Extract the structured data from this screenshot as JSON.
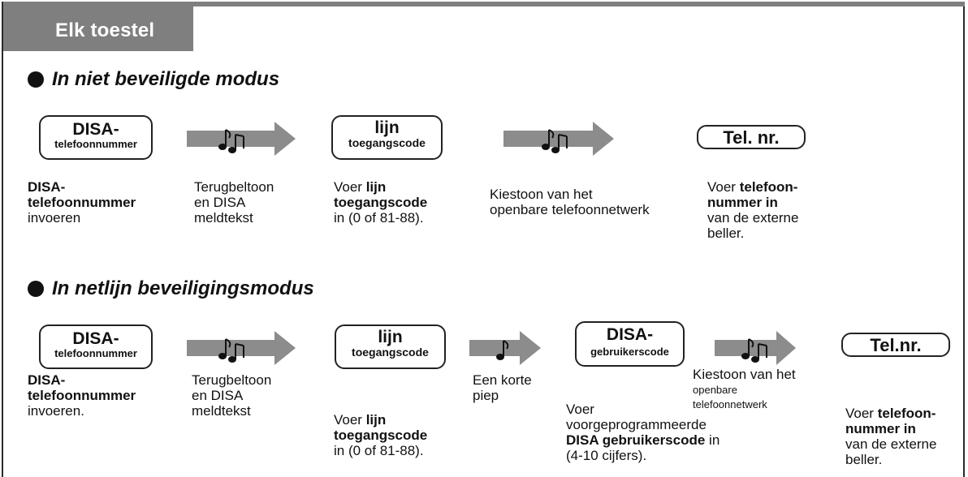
{
  "tab": {
    "label": "Elk toestel"
  },
  "colors": {
    "tab_bg": "#7f7f7f",
    "arrow_fill": "#8c8c8c",
    "text": "#111111"
  },
  "icons": [
    "music-note-icon",
    "arrow-icon"
  ],
  "section1": {
    "title": "In niet beveiligde modus",
    "box1": {
      "line1": "DISA-",
      "line2": "telefoonnummer"
    },
    "box2": {
      "line1": "lijn",
      "line2": "toegangscode"
    },
    "box3": {
      "line1": "Tel. nr."
    },
    "desc1": {
      "l1": "DISA-",
      "l2": "telefoonnummer",
      "l3": "invoeren"
    },
    "desc2": {
      "l1": "Terugbeltoon",
      "l2": "en DISA",
      "l3": "meldtekst"
    },
    "desc3": {
      "l1a": "Voer ",
      "l1b": "lijn",
      "l2": "toegangscode",
      "l3": "in (0 of 81-88)."
    },
    "desc4": {
      "l1": "Kiestoon van het",
      "l2": "openbare telefoonnetwerk"
    },
    "desc5": {
      "l1a": "Voer ",
      "l1b": "telefoon-",
      "l2": "nummer in",
      "l3": "van de externe",
      "l4": "beller."
    }
  },
  "section2": {
    "title": "In netlijn beveiligingsmodus",
    "box1": {
      "line1": "DISA-",
      "line2": "telefoonnummer"
    },
    "box2": {
      "line1": "lijn",
      "line2": "toegangscode"
    },
    "box3": {
      "line1": "DISA-",
      "line2": "gebruikerscode"
    },
    "box4": {
      "line1": "Tel.nr."
    },
    "desc1": {
      "l1": "DISA-",
      "l2": "telefoonnummer",
      "l3": "invoeren."
    },
    "desc2": {
      "l1": "Terugbeltoon",
      "l2": "en DISA",
      "l3": "meldtekst"
    },
    "desc3": {
      "l1a": "Voer ",
      "l1b": "lijn",
      "l2": "toegangscode",
      "l3": "in (0 of 81-88)."
    },
    "desc4": {
      "l1": "Een korte",
      "l2": "piep"
    },
    "desc5": {
      "l1": "Voer",
      "l2": "voorgeprogrammeerde",
      "l3a": "DISA gebruikerscode",
      "l3b": " in",
      "l4": "(4-10 cijfers)."
    },
    "desc6": {
      "l1": "Kiestoon van het",
      "l2": "openbare",
      "l3": "telefoonnetwerk"
    },
    "desc7": {
      "l1a": "Voer ",
      "l1b": "telefoon-",
      "l2": "nummer in",
      "l3": "van de externe",
      "l4": "beller."
    }
  }
}
